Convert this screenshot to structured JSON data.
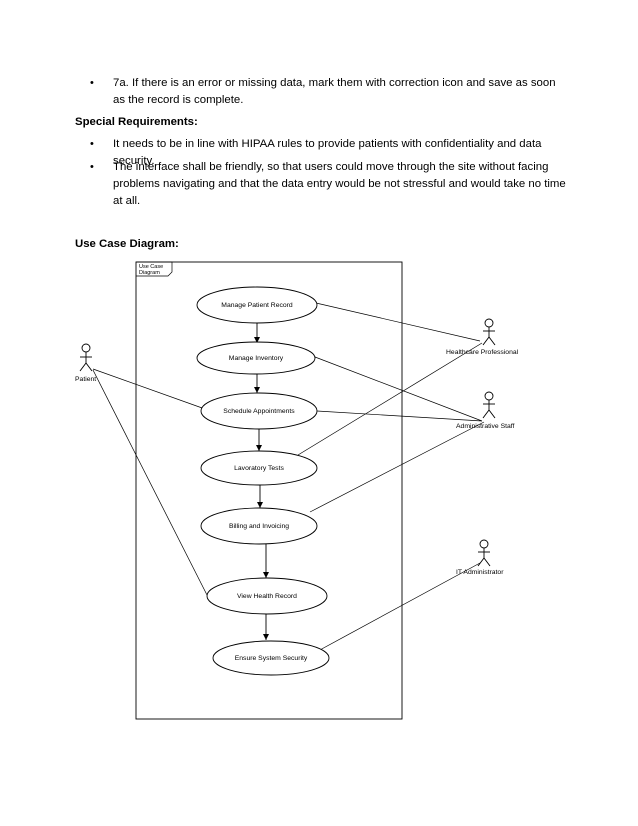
{
  "top_bullets": [
    {
      "text": "7a. If there is an error or missing data, mark them with correction icon and save as soon as the record is complete."
    }
  ],
  "special_requirements": {
    "heading": "Special Requirements:",
    "bullets": [
      {
        "text": "It needs to be in line with HIPAA rules to provide patients with confidentiality and data security."
      },
      {
        "text": "The interface shall be friendly, so that users could move through the site without facing problems navigating and that the data entry would be not stressful and would take no time at all."
      }
    ]
  },
  "use_case_section": {
    "heading": "Use Case Diagram:"
  },
  "diagram": {
    "frame_label_line1": "Use Case",
    "frame_label_line2": "Diagram",
    "use_cases": [
      "Manage Patient Record",
      "Manage Inventory",
      "Schedule Appointments",
      "Lavoratory Tests",
      "Billing and Invoicing",
      "View Health Record",
      "Ensure System Security"
    ],
    "actors": [
      "Patient",
      "Healthcare Professional",
      "Administrative Staff",
      "IT Administrator"
    ]
  }
}
